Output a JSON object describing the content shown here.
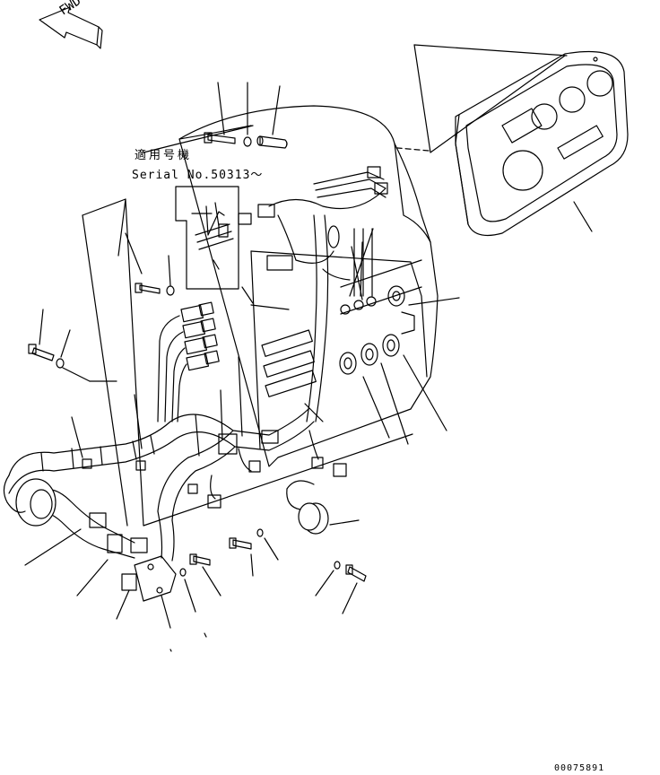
{
  "labels": {
    "fwd": "FWD",
    "serial_heading": "適用号機",
    "serial_number": "Serial No.50313～",
    "drawing_number": "00075891"
  },
  "colors": {
    "line": "#000000",
    "background": "#ffffff"
  },
  "icons": [
    "arrow-icon"
  ]
}
